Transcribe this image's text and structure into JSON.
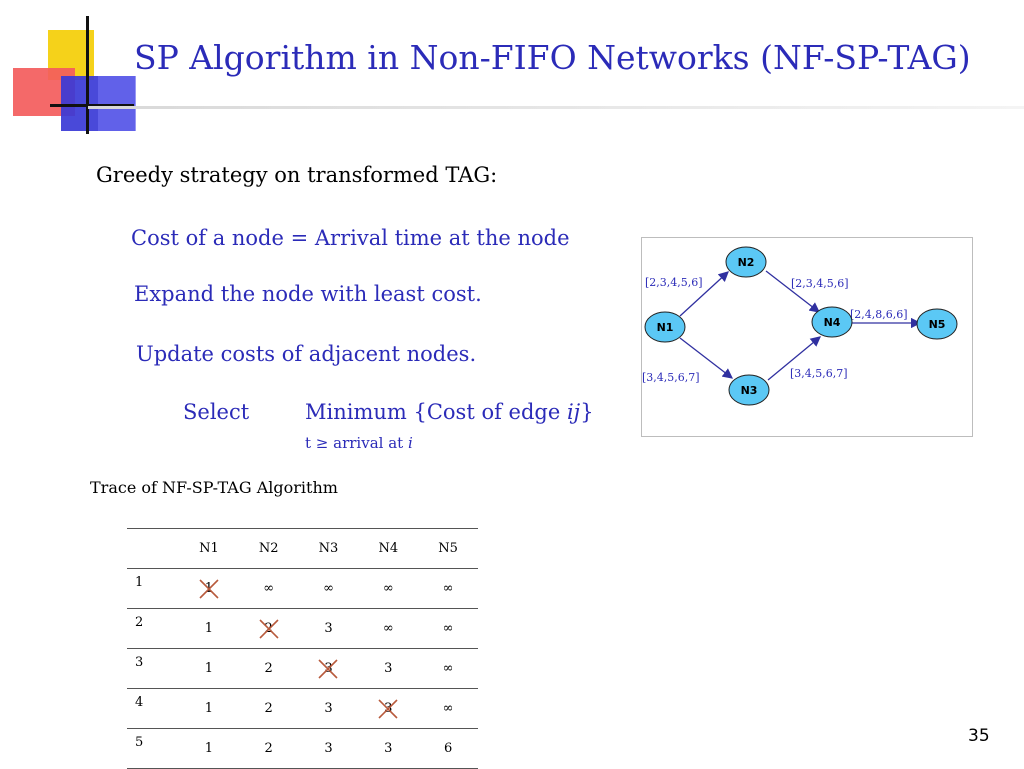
{
  "title": "SP Algorithm in Non-FIFO Networks (NF-SP-TAG)",
  "sub_heading": "Greedy strategy on transformed TAG:",
  "bullets": {
    "cost": "Cost of a node = Arrival time at the node",
    "expand": "Expand the node with least cost.",
    "update": "Update costs of  adjacent nodes."
  },
  "select_rule": {
    "select_label": "Select",
    "min_prefix": "Minimum {Cost of edge ",
    "min_var": "ij",
    "min_suffix": "}",
    "condition_prefix": "t ≥ arrival at ",
    "condition_var": "i"
  },
  "graph": {
    "nodes": [
      "N1",
      "N2",
      "N3",
      "N4",
      "N5"
    ],
    "edge_labels": {
      "n1_n2": "[2,3,4,5,6]",
      "n2_n4": "[2,3,4,5,6]",
      "n1_n3": "[3,4,5,6,7]",
      "n3_n4": "[3,4,5,6,7]",
      "n4_n5": "[2,4,8,6,6]"
    },
    "node_color": "#5bc8f5"
  },
  "trace_caption": "Trace of NF-SP-TAG Algorithm",
  "trace_table": {
    "columns": [
      "N1",
      "N2",
      "N3",
      "N4",
      "N5"
    ],
    "rows": [
      {
        "label": "1",
        "cells": [
          "1",
          "∞",
          "∞",
          "∞",
          "∞"
        ],
        "crossed": 0
      },
      {
        "label": "2",
        "cells": [
          "1",
          "2",
          "3",
          "∞",
          "∞"
        ],
        "crossed": 1
      },
      {
        "label": "3",
        "cells": [
          "1",
          "2",
          "3",
          "3",
          "∞"
        ],
        "crossed": 2
      },
      {
        "label": "4",
        "cells": [
          "1",
          "2",
          "3",
          "3",
          "∞"
        ],
        "crossed": 3
      },
      {
        "label": "5",
        "cells": [
          "1",
          "2",
          "3",
          "3",
          "6"
        ],
        "crossed": -1
      }
    ],
    "cross_color": "#b85a3c"
  },
  "page_number": "35"
}
